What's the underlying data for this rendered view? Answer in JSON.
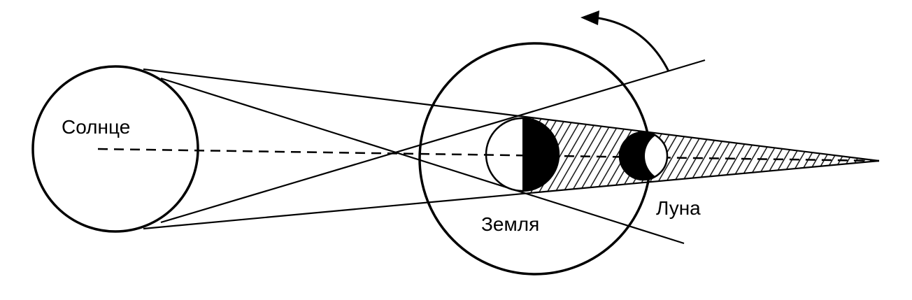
{
  "diagram": {
    "labels": {
      "sun": "Солнце",
      "earth": "Земля",
      "moon": "Луна"
    },
    "colors": {
      "ink": "#000000",
      "background": "#ffffff"
    }
  }
}
